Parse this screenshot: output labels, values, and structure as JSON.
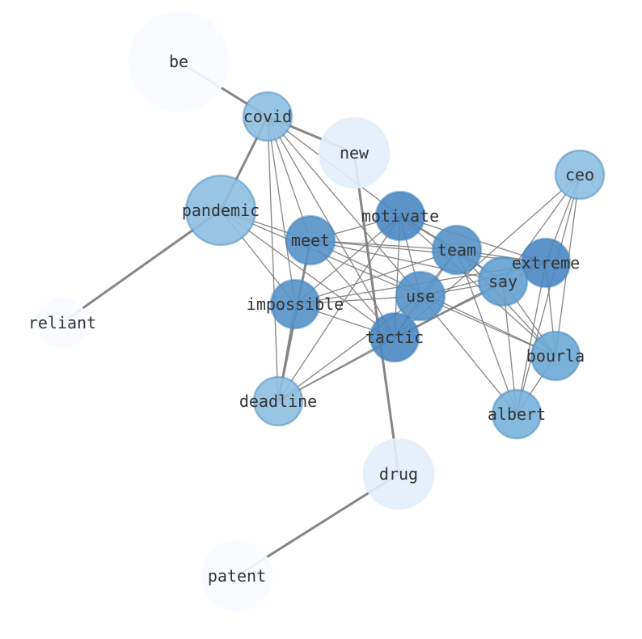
{
  "nodes": [
    {
      "id": "be",
      "label": "be",
      "color": "#f7fbff"
    },
    {
      "id": "covid",
      "label": "covid",
      "color": "#8dbfe0"
    },
    {
      "id": "new",
      "label": "new",
      "color": "#e3eef9"
    },
    {
      "id": "ceo",
      "label": "ceo",
      "color": "#8dbfe0"
    },
    {
      "id": "pandemic",
      "label": "pandemic",
      "color": "#8dbfe0"
    },
    {
      "id": "motivate",
      "label": "motivate",
      "color": "#4a87c2"
    },
    {
      "id": "meet",
      "label": "meet",
      "color": "#5592c8"
    },
    {
      "id": "team",
      "label": "team",
      "color": "#5592c8"
    },
    {
      "id": "extreme",
      "label": "extreme",
      "color": "#4a87c2"
    },
    {
      "id": "say",
      "label": "say",
      "color": "#64a0d0"
    },
    {
      "id": "impossible",
      "label": "impossible",
      "color": "#5592c8"
    },
    {
      "id": "use",
      "label": "use",
      "color": "#5592c8"
    },
    {
      "id": "reliant",
      "label": "reliant",
      "color": "#f7fbff"
    },
    {
      "id": "tactic",
      "label": "tactic",
      "color": "#4a87c2"
    },
    {
      "id": "bourla",
      "label": "bourla",
      "color": "#6aa8d4"
    },
    {
      "id": "deadline",
      "label": "deadline",
      "color": "#8dbfe0"
    },
    {
      "id": "albert",
      "label": "albert",
      "color": "#78b2da"
    },
    {
      "id": "drug",
      "label": "drug",
      "color": "#e3eef9"
    },
    {
      "id": "patent",
      "label": "patent",
      "color": "#f7fbff"
    }
  ],
  "strong_edges": [
    [
      "be",
      "covid"
    ],
    [
      "covid",
      "new"
    ],
    [
      "covid",
      "pandemic"
    ],
    [
      "pandemic",
      "reliant"
    ],
    [
      "new",
      "drug"
    ],
    [
      "drug",
      "patent"
    ],
    [
      "meet",
      "deadline"
    ]
  ],
  "edges": [
    [
      "covid",
      "meet"
    ],
    [
      "covid",
      "impossible"
    ],
    [
      "covid",
      "tactic"
    ],
    [
      "covid",
      "motivate"
    ],
    [
      "covid",
      "deadline"
    ],
    [
      "covid",
      "use"
    ],
    [
      "pandemic",
      "meet"
    ],
    [
      "pandemic",
      "impossible"
    ],
    [
      "pandemic",
      "tactic"
    ],
    [
      "pandemic",
      "use"
    ],
    [
      "meet",
      "motivate"
    ],
    [
      "meet",
      "team"
    ],
    [
      "meet",
      "extreme"
    ],
    [
      "meet",
      "tactic"
    ],
    [
      "meet",
      "say"
    ],
    [
      "meet",
      "bourla"
    ],
    [
      "motivate",
      "team"
    ],
    [
      "motivate",
      "extreme"
    ],
    [
      "motivate",
      "impossible"
    ],
    [
      "motivate",
      "deadline"
    ],
    [
      "motivate",
      "tactic"
    ],
    [
      "motivate",
      "use"
    ],
    [
      "motivate",
      "say"
    ],
    [
      "motivate",
      "bourla"
    ],
    [
      "team",
      "impossible"
    ],
    [
      "team",
      "use"
    ],
    [
      "team",
      "tactic"
    ],
    [
      "team",
      "say"
    ],
    [
      "team",
      "bourla"
    ],
    [
      "team",
      "albert"
    ],
    [
      "team",
      "extreme"
    ],
    [
      "extreme",
      "use"
    ],
    [
      "extreme",
      "impossible"
    ],
    [
      "extreme",
      "tactic"
    ],
    [
      "extreme",
      "bourla"
    ],
    [
      "extreme",
      "albert"
    ],
    [
      "ceo",
      "tactic"
    ],
    [
      "ceo",
      "extreme"
    ],
    [
      "ceo",
      "say"
    ],
    [
      "ceo",
      "bourla"
    ],
    [
      "ceo",
      "albert"
    ],
    [
      "say",
      "use"
    ],
    [
      "say",
      "tactic"
    ],
    [
      "say",
      "deadline"
    ],
    [
      "say",
      "albert"
    ],
    [
      "say",
      "bourla"
    ],
    [
      "use",
      "bourla"
    ],
    [
      "use",
      "albert"
    ],
    [
      "use",
      "tactic"
    ],
    [
      "use",
      "impossible"
    ],
    [
      "impossible",
      "tactic"
    ],
    [
      "impossible",
      "deadline"
    ],
    [
      "deadline",
      "tactic"
    ],
    [
      "deadline",
      "use"
    ],
    [
      "bourla",
      "albert"
    ]
  ],
  "edge_color": "#808080"
}
